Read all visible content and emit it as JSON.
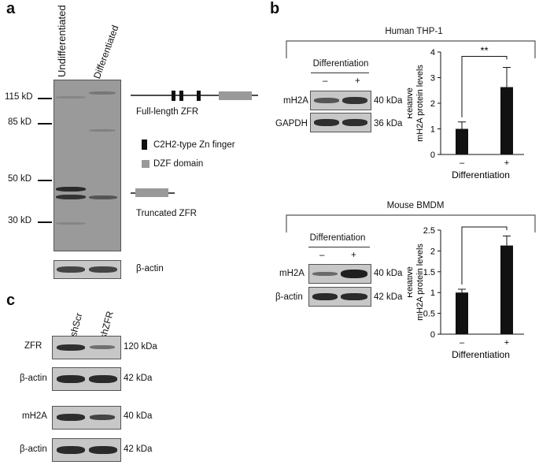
{
  "panel_a": {
    "letter": "a",
    "lanes": [
      "Undifferentiated",
      "Differentiated"
    ],
    "markers": [
      "115 kD",
      "85 kD",
      "50 kD",
      "30 kD"
    ],
    "full_length": "Full-length ZFR",
    "truncated": "Truncated ZFR",
    "legend_zn": "C2H2-type Zn finger",
    "legend_dzf": "DZF domain",
    "actin": "β-actin"
  },
  "panel_b": {
    "letter": "b",
    "human": {
      "title": "Human THP-1",
      "diff_header": "Differentiation",
      "minus": "–",
      "plus": "+",
      "rows": [
        {
          "protein": "mH2A",
          "size": "40 kDa"
        },
        {
          "protein": "GAPDH",
          "size": "36 kDa"
        }
      ]
    },
    "mouse": {
      "title": "Mouse BMDM",
      "diff_header": "Differentiation",
      "minus": "–",
      "plus": "+",
      "rows": [
        {
          "protein": "mH2A",
          "size": "40 kDa"
        },
        {
          "protein": "β-actin",
          "size": "42 kDa"
        }
      ]
    }
  },
  "panel_c": {
    "letter": "c",
    "lanes": [
      "shScr",
      "shZFR"
    ],
    "rows": [
      {
        "protein": "ZFR",
        "size": "120 kDa"
      },
      {
        "protein": "β-actin",
        "size": "42 kDa"
      },
      {
        "protein": "mH2A",
        "size": "40 kDa"
      },
      {
        "protein": "β-actin",
        "size": "42 kDa"
      }
    ]
  },
  "chart_data": [
    {
      "type": "bar",
      "categories": [
        "–",
        "+"
      ],
      "values": [
        1.0,
        2.63
      ],
      "errors": [
        0.27,
        0.77
      ],
      "xlabel": "Differentiation",
      "ylabel": "Relative mH2A protein levels",
      "ylim": [
        0,
        4
      ],
      "yticks": [
        "0",
        "1",
        "2",
        "3",
        "4"
      ],
      "significance": "**",
      "bar_color": "#111111",
      "grid": false
    },
    {
      "type": "bar",
      "categories": [
        "–",
        "+"
      ],
      "values": [
        1.0,
        2.13
      ],
      "errors": [
        0.08,
        0.23
      ],
      "xlabel": "Differentiation",
      "ylabel": "Relative mH2A protein levels",
      "ylim": [
        0,
        2.5
      ],
      "yticks": [
        "0",
        "0.5",
        "1",
        "1.5",
        "2",
        "2.5"
      ],
      "significance": "*",
      "bar_color": "#111111",
      "grid": false
    }
  ]
}
